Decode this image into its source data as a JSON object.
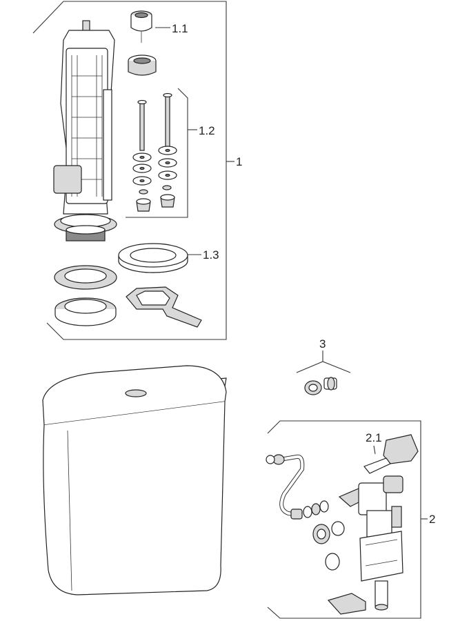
{
  "labels": {
    "l1": "1",
    "l11": "1.1",
    "l12": "1.2",
    "l13": "1.3",
    "l2": "2",
    "l21": "2.1",
    "l3": "3"
  }
}
